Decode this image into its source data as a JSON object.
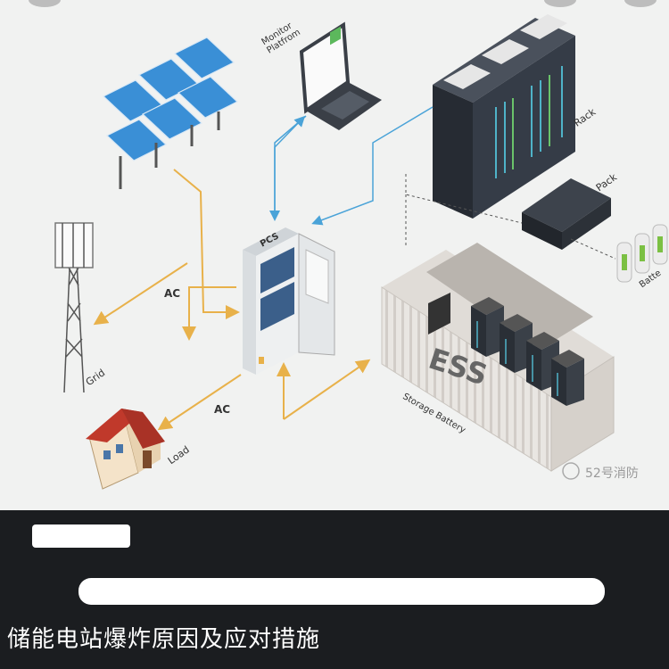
{
  "diagram": {
    "labels": {
      "monitor": "Monitor\nPlatfrom",
      "rack": "Rack",
      "pack": "Pack",
      "battery": "Batte",
      "pcs": "PCS",
      "ac_top": "AC",
      "ac_bottom": "AC",
      "grid": "Grid",
      "load": "Load",
      "ess": "ESS",
      "storage_battery": "Storage Battery"
    },
    "watermark": "52号消防",
    "colors": {
      "power_arrow": "#e8b14a",
      "data_arrow": "#4aa3d8",
      "panel_bg": "#f1f2f1",
      "rack_dark": "#2f3540",
      "roof_red": "#c0392b"
    }
  },
  "caption": "储能电站爆炸原因及应对措施"
}
